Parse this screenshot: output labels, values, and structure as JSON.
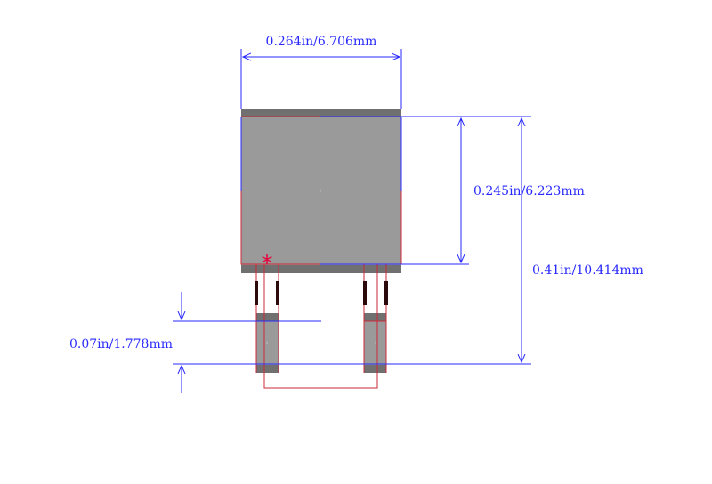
{
  "dimensions": {
    "width_label": "0.264in/6.706mm",
    "tab_height_label": "0.245in/6.223mm",
    "overall_height_label": "0.41in/10.414mm",
    "pitch_label": "0.07in/1.778mm"
  },
  "pads": {
    "tab_pad_label": "2",
    "pin1_label": "1",
    "pin3_label": "3"
  },
  "marker": {
    "pin1_symbol": "*"
  },
  "colors": {
    "dimension": "#2a2aff",
    "pad_fill": "#9a9a9a",
    "pad_edge": "#707070",
    "outline": "#cc2a3a",
    "lead": "#2a0a0a",
    "marker": "#e8003a"
  }
}
